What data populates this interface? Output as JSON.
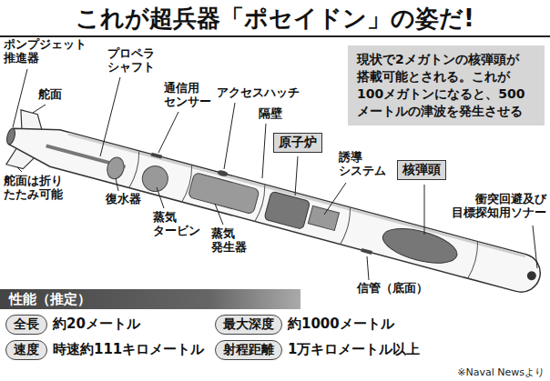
{
  "diagram": {
    "title": "これが超兵器「ポセイドン」の姿だ!",
    "caption": "※Naval Newsより",
    "nodes": [
      {
        "text": [
          "現状で2メガトンの核弾頭が 搭載可能とされる。これが 100メガトンになると、500 メートルの津波を発生させる"
        ]
      },
      {
        "text": [
          "原子炉"
        ]
      },
      {
        "text": [
          "核弾頭"
        ]
      },
      {
        "text": [
          "性能（推定）"
        ]
      },
      {
        "text": [
          "全長"
        ]
      },
      {
        "text": [
          "最大深度"
        ]
      },
      {
        "text": [
          "速度"
        ]
      },
      {
        "text": [
          "射程距離"
        ]
      }
    ],
    "labels": [
      "ポンプジェット 推進器",
      "舵面",
      "プロペラ シャフト",
      "通信用 センサー",
      "アクセスハッチ",
      "隔壁",
      "舵面は折り たたみ可能",
      "復水器",
      "誘導 システム",
      "蒸気 タービン",
      "蒸気 発生器",
      "衝突回避及び 目標探知用ソナー",
      "信管（底面）",
      "約20メートル",
      "約1000メートル",
      "時速約111キロメートル",
      "1万キロメートル以上"
    ]
  }
}
